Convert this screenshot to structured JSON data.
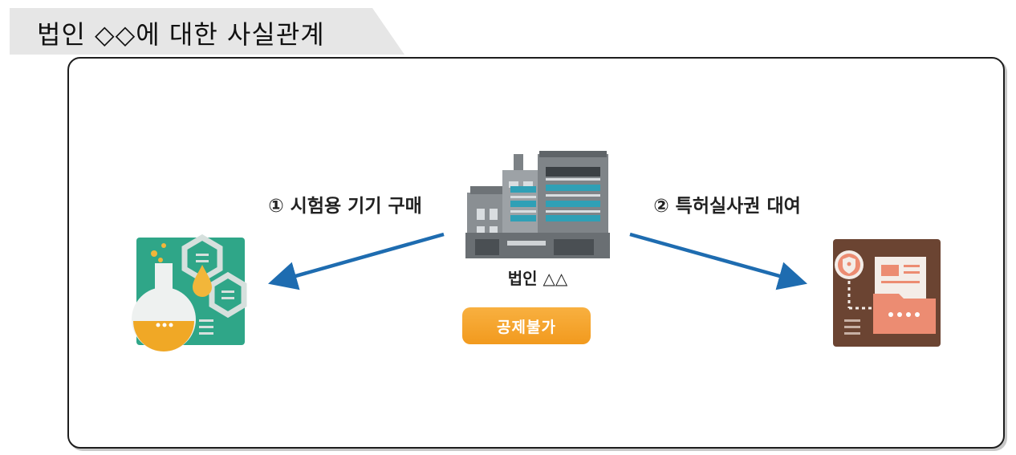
{
  "header": {
    "title": "법인 ◇◇에 대한 사실관계"
  },
  "diagram": {
    "center_label": "법인 △△",
    "center_badge": "공제불가",
    "left_relation": "① 시험용 기기 구매",
    "right_relation": "② 특허실사권 대여"
  },
  "colors": {
    "arrow": "#1e6cb0",
    "badge": "#f4a02a",
    "lab_bg": "#2fa688",
    "patent_bg": "#6b4432",
    "building": "#8a8f93",
    "header_tab": "#e6e6e6"
  },
  "icons": {
    "left": "lab-flask-icon",
    "center": "building-icon",
    "right": "patent-document-icon"
  }
}
